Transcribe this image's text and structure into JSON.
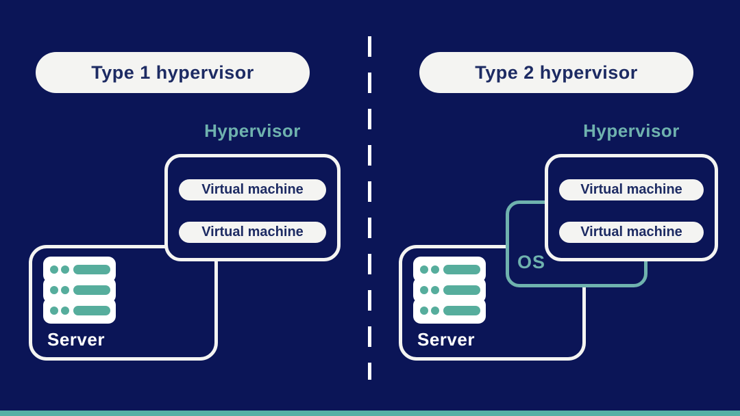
{
  "colors": {
    "background_navy": "#0b1557",
    "box_fill_navy": "#0b1557",
    "off_white": "#f4f4f2",
    "navy_text": "#1d2b63",
    "teal_label": "#6fb2ae",
    "teal_border": "#6fb2ae",
    "icon_teal": "#56ad9c",
    "bottom_bar_teal": "#56b0a5"
  },
  "panels": [
    {
      "title": "Type 1 hypervisor",
      "hypervisor_label": "Hypervisor",
      "vms": [
        "Virtual machine",
        "Virtual machine"
      ],
      "server_label": "Server"
    },
    {
      "title": "Type 2 hypervisor",
      "hypervisor_label": "Hypervisor",
      "vms": [
        "Virtual machine",
        "Virtual machine"
      ],
      "os_label": "OS",
      "server_label": "Server"
    }
  ],
  "icons": {
    "server_icon": "server-rack",
    "divider": "dashed-vertical-line"
  }
}
